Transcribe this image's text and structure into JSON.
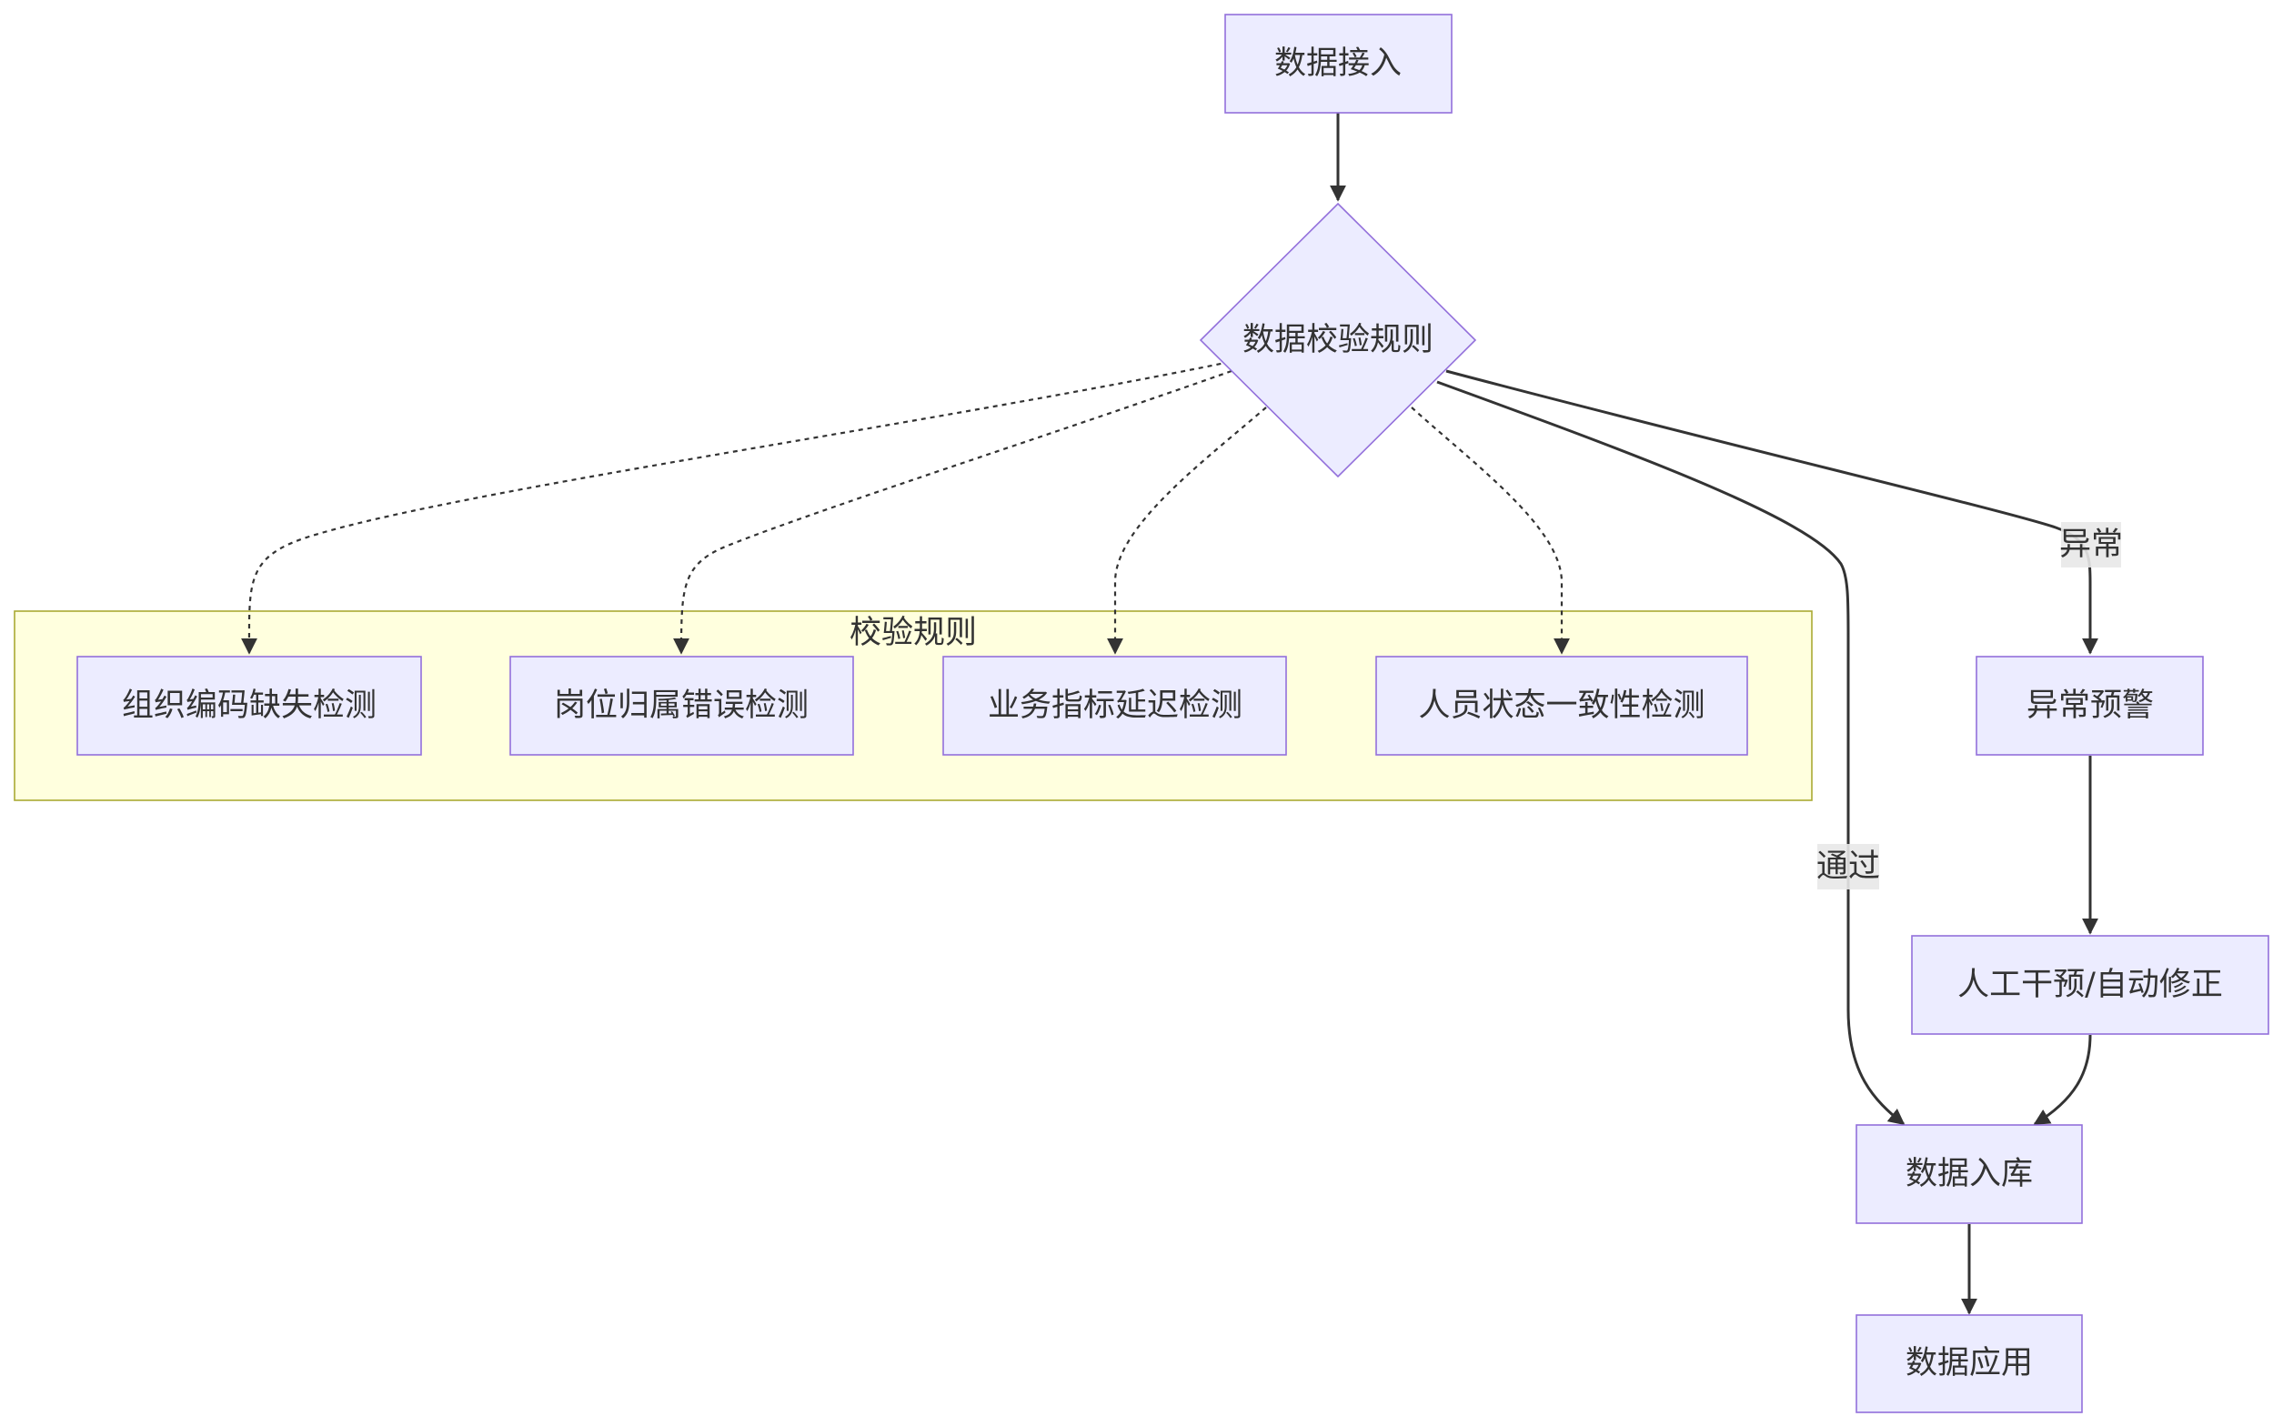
{
  "diagram": {
    "type": "flowchart",
    "colors": {
      "node_fill": "#ececff",
      "node_stroke": "#9370db",
      "cluster_fill": "#ffffde",
      "cluster_stroke": "#aaaa33",
      "edge": "#333333",
      "label_bg": "#e8e8e8"
    },
    "nodes": {
      "ingest": "数据接入",
      "validate": "数据校验规则",
      "rule_org": "组织编码缺失检测",
      "rule_post": "岗位归属错误检测",
      "rule_metric": "业务指标延迟检测",
      "rule_person": "人员状态一致性检测",
      "alert": "异常预警",
      "fix": "人工干预/自动修正",
      "store": "数据入库",
      "apply": "数据应用"
    },
    "cluster": {
      "title": "校验规则"
    },
    "edge_labels": {
      "abnormal": "异常",
      "pass": "通过"
    },
    "edges": [
      {
        "from": "ingest",
        "to": "validate",
        "style": "solid"
      },
      {
        "from": "validate",
        "to": "rule_org",
        "style": "dotted"
      },
      {
        "from": "validate",
        "to": "rule_post",
        "style": "dotted"
      },
      {
        "from": "validate",
        "to": "rule_metric",
        "style": "dotted"
      },
      {
        "from": "validate",
        "to": "rule_person",
        "style": "dotted"
      },
      {
        "from": "validate",
        "to": "alert",
        "style": "solid",
        "label": "异常"
      },
      {
        "from": "validate",
        "to": "store",
        "style": "solid",
        "label": "通过"
      },
      {
        "from": "alert",
        "to": "fix",
        "style": "solid"
      },
      {
        "from": "fix",
        "to": "store",
        "style": "solid"
      },
      {
        "from": "store",
        "to": "apply",
        "style": "solid"
      }
    ]
  }
}
